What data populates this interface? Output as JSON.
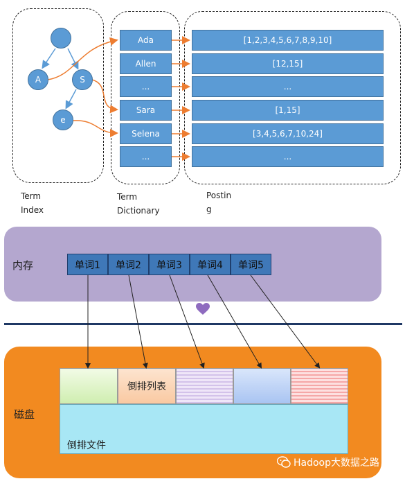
{
  "top": {
    "tree_nodes": [
      "",
      "A",
      "S",
      "e"
    ],
    "term_dictionary": [
      "Ada",
      "Allen",
      "...",
      "Sara",
      "Selena",
      "..."
    ],
    "postings": [
      "[1,2,3,4,5,6,7,8,9,10]",
      "[12,15]",
      "...",
      "[1,15]",
      "[3,4,5,6,7,10,24]",
      "..."
    ],
    "labels": {
      "term_index": [
        "Term",
        "Index"
      ],
      "term_dictionary": [
        "Term",
        "Dictionary"
      ],
      "posting": [
        "Postin",
        "g"
      ]
    }
  },
  "memory": {
    "label": "内存",
    "words": [
      "单词1",
      "单词2",
      "单词3",
      "单词4",
      "单词5"
    ]
  },
  "disk": {
    "label": "磁盘",
    "inverted_list": "倒排列表",
    "inverted_file": "倒排文件"
  },
  "watermark": "Hadoop大数据之路",
  "colors": {
    "node_blue": "#5b9bd5",
    "arrow_orange": "#ed7d31",
    "memory_purple": "#b4a7cf",
    "disk_orange": "#f28a20",
    "word_blue": "#3f78b8",
    "divider_navy": "#1f3864"
  }
}
